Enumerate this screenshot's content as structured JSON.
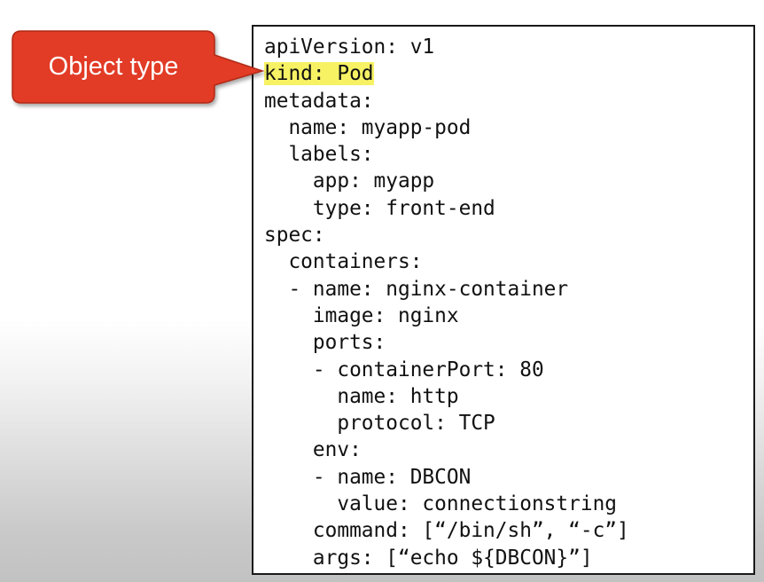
{
  "callout": {
    "label": "Object type",
    "color": "#e23b26"
  },
  "code": {
    "lines": [
      {
        "text": "apiVersion: v1"
      },
      {
        "text": "kind: Pod",
        "highlight": true
      },
      {
        "text": "metadata:"
      },
      {
        "text": "  name: myapp-pod"
      },
      {
        "text": "  labels:"
      },
      {
        "text": "    app: myapp"
      },
      {
        "text": "    type: front-end"
      },
      {
        "text": "spec:"
      },
      {
        "text": "  containers:"
      },
      {
        "text": "  - name: nginx-container"
      },
      {
        "text": "    image: nginx"
      },
      {
        "text": "    ports:"
      },
      {
        "text": "    - containerPort: 80"
      },
      {
        "text": "      name: http"
      },
      {
        "text": "      protocol: TCP"
      },
      {
        "text": "    env:"
      },
      {
        "text": "    - name: DBCON"
      },
      {
        "text": "      value: connectionstring"
      },
      {
        "text": "    command: [“/bin/sh”, “-c”]"
      },
      {
        "text": "    args: [“echo ${DBCON}”]"
      }
    ],
    "highlight_color": "#f7f264"
  }
}
